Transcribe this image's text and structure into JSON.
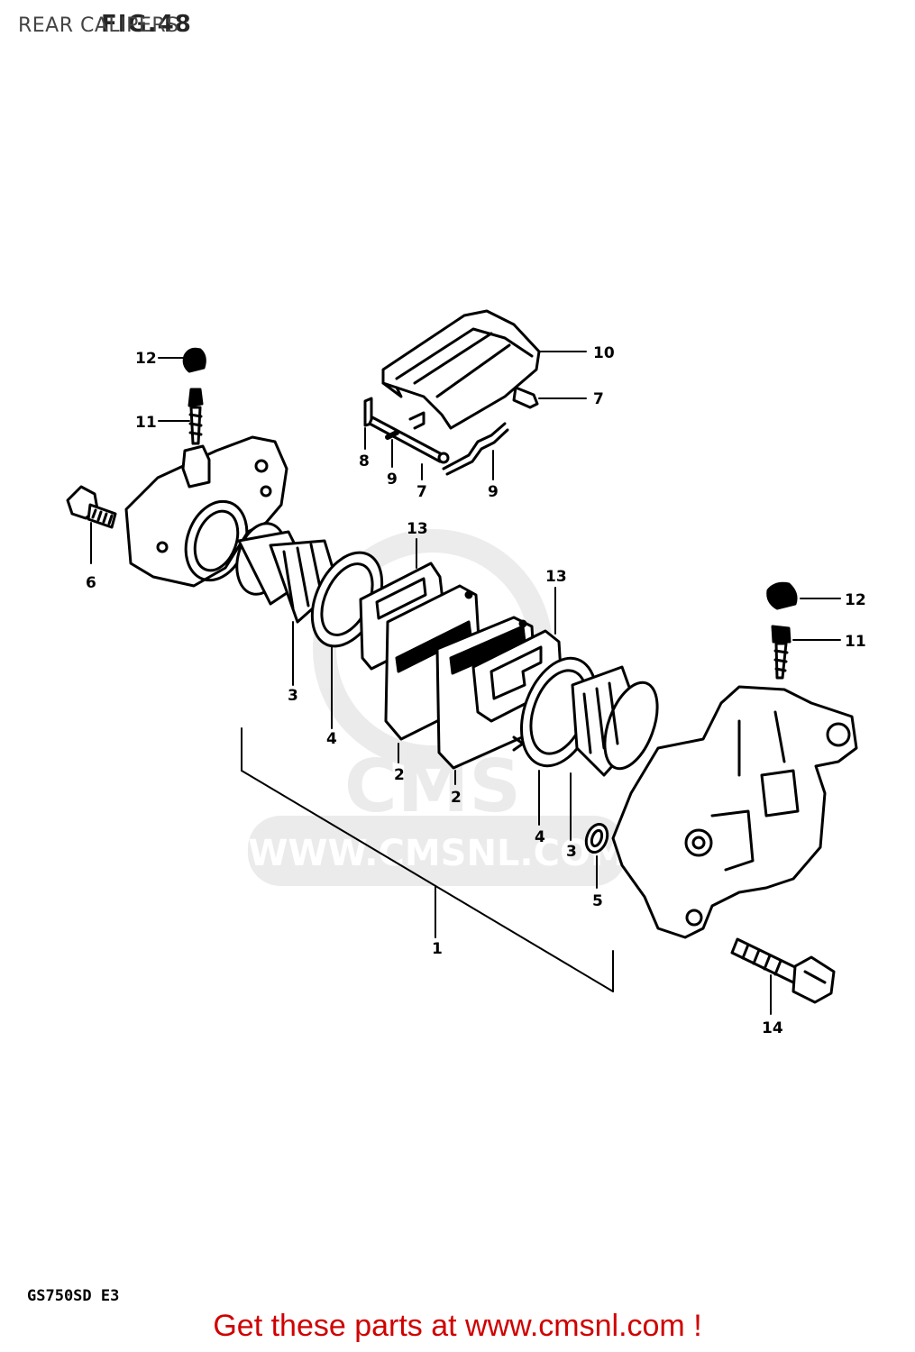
{
  "page": {
    "title": "REAR CALIPERS",
    "figure_ref": "FIG.48",
    "model_code": "GS750SD  E3",
    "footer_cta": "Get these parts at www.cmsnl.com !"
  },
  "watermark": {
    "text": "WWW.CMSNL.COM",
    "logo": "CMS"
  },
  "callouts": [
    {
      "id": "c12a",
      "label": "12"
    },
    {
      "id": "c11a",
      "label": "11"
    },
    {
      "id": "c6",
      "label": "6"
    },
    {
      "id": "c10",
      "label": "10"
    },
    {
      "id": "c7a",
      "label": "7"
    },
    {
      "id": "c8",
      "label": "8"
    },
    {
      "id": "c9a",
      "label": "9"
    },
    {
      "id": "c7b",
      "label": "7"
    },
    {
      "id": "c9b",
      "label": "9"
    },
    {
      "id": "c13a",
      "label": "13"
    },
    {
      "id": "c13b",
      "label": "13"
    },
    {
      "id": "c3a",
      "label": "3"
    },
    {
      "id": "c4a",
      "label": "4"
    },
    {
      "id": "c2a",
      "label": "2"
    },
    {
      "id": "c2b",
      "label": "2"
    },
    {
      "id": "c12b",
      "label": "12"
    },
    {
      "id": "c11b",
      "label": "11"
    },
    {
      "id": "c4b",
      "label": "4"
    },
    {
      "id": "c3b",
      "label": "3"
    },
    {
      "id": "c5",
      "label": "5"
    },
    {
      "id": "c1",
      "label": "1"
    },
    {
      "id": "c14",
      "label": "14"
    }
  ]
}
